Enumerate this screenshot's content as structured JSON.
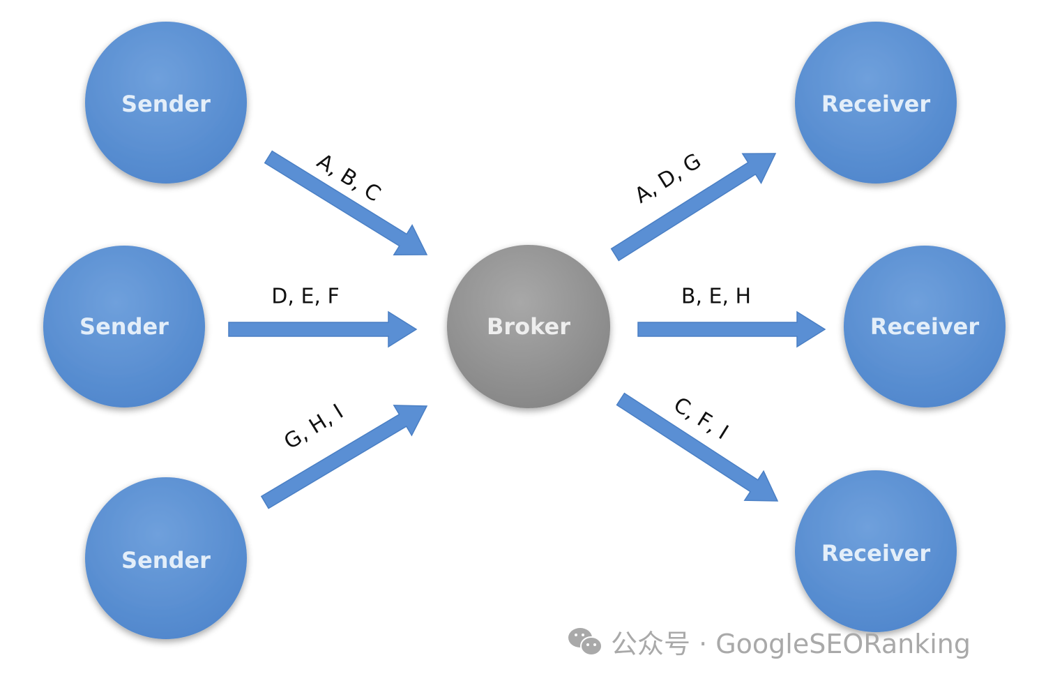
{
  "nodes": {
    "sender_1": "Sender",
    "sender_2": "Sender",
    "sender_3": "Sender",
    "broker": "Broker",
    "receiver_1": "Receiver",
    "receiver_2": "Receiver",
    "receiver_3": "Receiver"
  },
  "edges": {
    "s1_to_broker": "A, B, C",
    "s2_to_broker": "D, E, F",
    "s3_to_broker": "G, H, I",
    "broker_to_r1": "A, D, G",
    "broker_to_r2": "B, E, H",
    "broker_to_r3": "C, F, I"
  },
  "colors": {
    "node_blue": "#5b8fd0",
    "broker_gray": "#9a9a9a",
    "arrow_blue": "#5a8fd4"
  },
  "watermark": {
    "icon": "wechat-icon",
    "text": "公众号 · GoogleSEORanking"
  }
}
